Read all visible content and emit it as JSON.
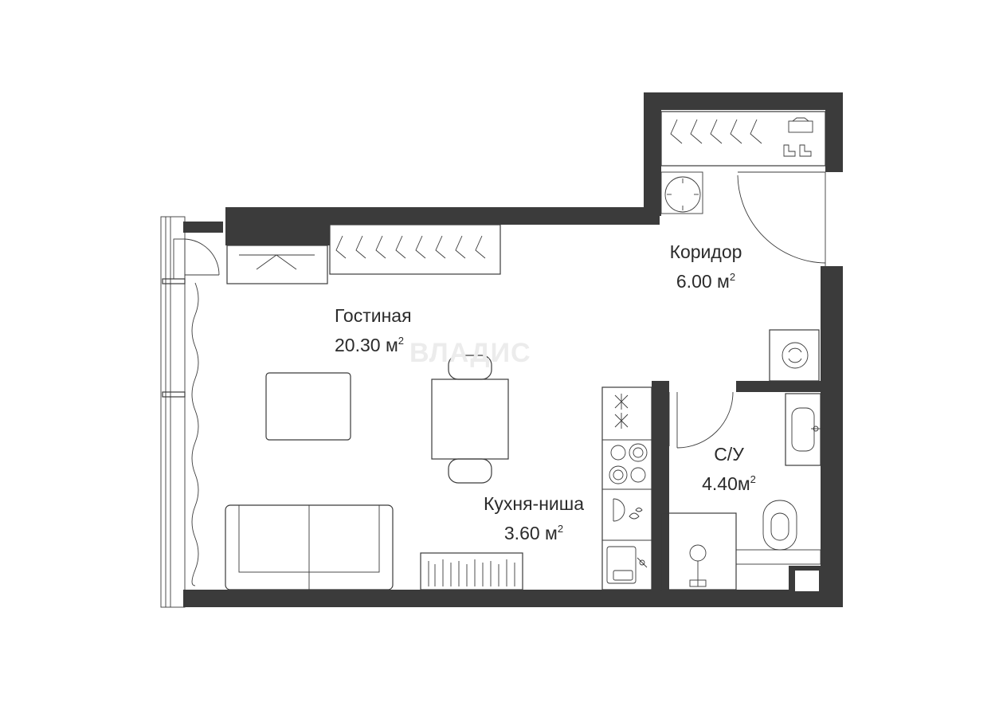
{
  "watermark": "ВЛАДИС",
  "rooms": {
    "living": {
      "name": "Гостиная",
      "area": "20.30 м",
      "unit_sup": "2"
    },
    "corridor": {
      "name": "Коридор",
      "area": "6.00 м",
      "unit_sup": "2"
    },
    "bathroom": {
      "name": "С/У",
      "area": "4.40м",
      "unit_sup": "2"
    },
    "kitchen": {
      "name": "Кухня-ниша",
      "area": "3.60 м",
      "unit_sup": "2"
    }
  },
  "colors": {
    "wall": "#3b3b3b",
    "background": "#ffffff",
    "watermark": "#ececec"
  },
  "icons": [
    "wardrobe-icon",
    "washing-machine-icon",
    "stove-icon",
    "sink-icon",
    "toilet-icon",
    "shower-icon",
    "sofa-icon",
    "table-icon",
    "bookshelf-icon",
    "tv-stand-icon",
    "round-table-icon",
    "shoe-rack-icon"
  ]
}
